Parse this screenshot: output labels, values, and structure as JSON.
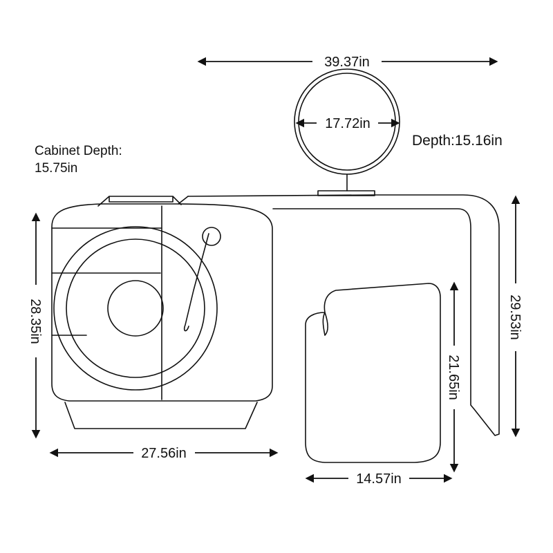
{
  "dimensions": {
    "overall_width": "39.37in",
    "mirror_diameter": "17.72in",
    "depth": "Depth:15.16in",
    "cabinet_depth_label": "Cabinet Depth:",
    "cabinet_depth_value": "15.75in",
    "cabinet_height": "28.35in",
    "cabinet_width": "27.56in",
    "stool_height": "21.65in",
    "stool_width": "14.57in",
    "desk_height": "29.53in"
  }
}
